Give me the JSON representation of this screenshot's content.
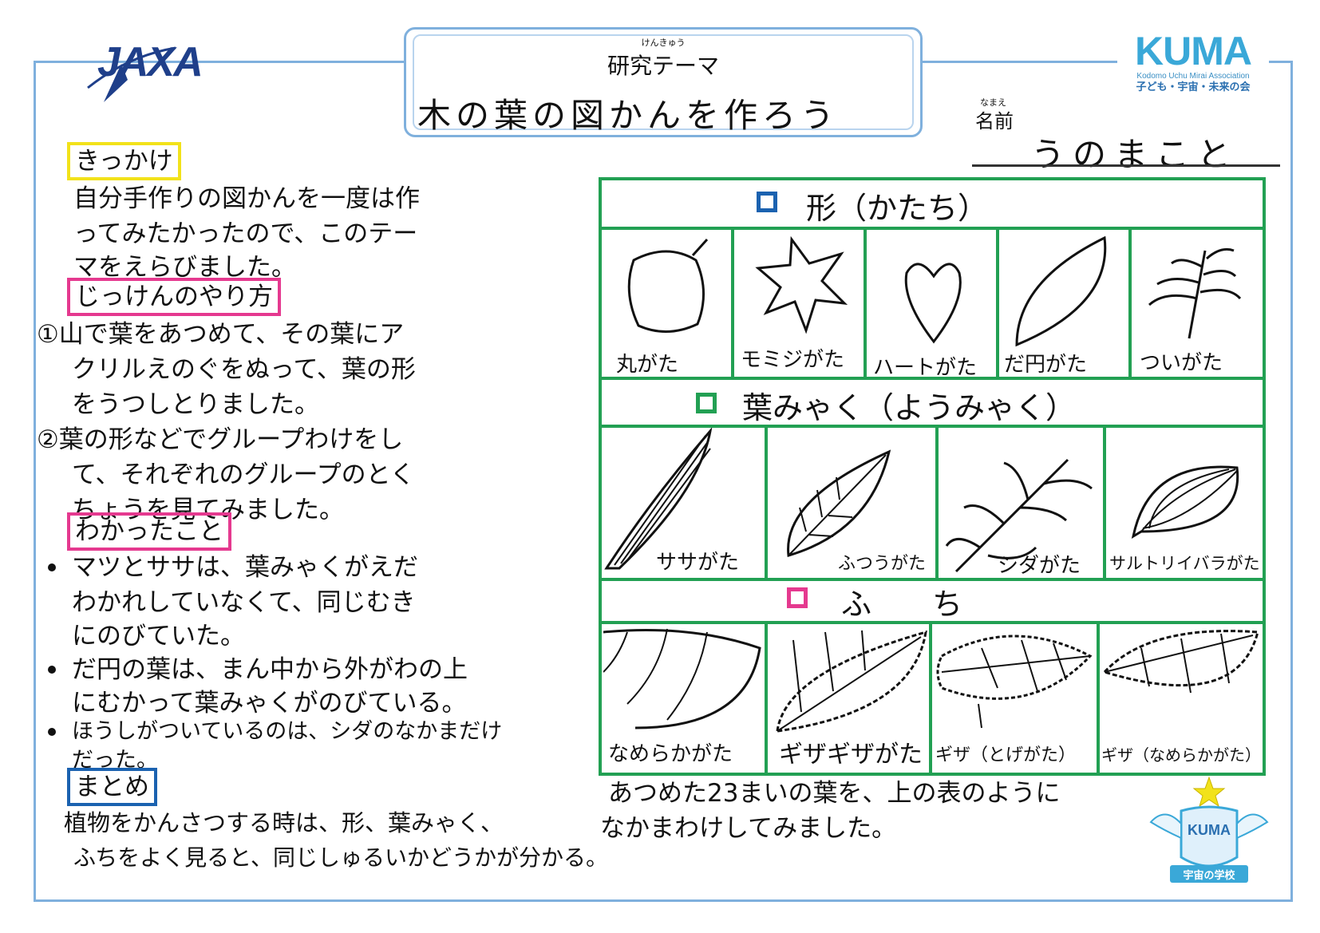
{
  "logos": {
    "jaxa": "JAXA",
    "kuma": "KUMA",
    "kuma_sub": "Kodomo Uchu Mirai Association",
    "kuma_jp": "子ども・宇宙・未来の会",
    "badge_text": "KUMA",
    "badge_caption": "宇宙の学校"
  },
  "theme": {
    "ruby": "けんきゅう",
    "label": "研究テーマ",
    "title": "木の葉の図かんを作ろう"
  },
  "name": {
    "ruby": "なまえ",
    "label": "名前",
    "value": "うのまこと"
  },
  "colors": {
    "yellow": "#f2e21a",
    "pink": "#e5398f",
    "blue": "#1b62b0",
    "green": "#22a053",
    "frame": "#7fb0dd"
  },
  "left": {
    "kikkake": {
      "label": "きっかけ",
      "lines": [
        "自分手作りの図かんを一度は作",
        "ってみたかったので、このテー",
        "マをえらびました。"
      ]
    },
    "method": {
      "label": "じっけんのやり方",
      "lines": [
        "①山で葉をあつめて、その葉にア",
        "クリルえのぐをぬって、葉の形",
        "をうつしとりました。",
        "②葉の形などでグループわけをし",
        "て、それぞれのグループのとく",
        "ちょうを見てみました。"
      ]
    },
    "findings": {
      "label": "わかったこと",
      "lines": [
        "マツとササは、葉みゃくがえだ",
        "わかれしていなくて、同じむき",
        "にのびていた。",
        "だ円の葉は、まん中から外がわの上",
        "にむかって葉みゃくがのびている。",
        "ほうしがついているのは、シダのなかまだけ",
        "だった。"
      ]
    },
    "summary": {
      "label": "まとめ",
      "lines": [
        "植物をかんさつする時は、形、葉みゃく、",
        "ふちをよく見ると、同じしゅるいかどうかが分かる。"
      ]
    }
  },
  "grid": {
    "shape": {
      "title": "形（かたち）",
      "cells": [
        "丸がた",
        "モミジがた",
        "ハートがた",
        "だ円がた",
        "ついがた"
      ]
    },
    "vein": {
      "title": "葉みゃく（ようみゃく）",
      "cells": [
        "ササがた",
        "ふつうがた",
        "シダがた",
        "サルトリイバラがた"
      ]
    },
    "edge": {
      "title": "ふ　　ち",
      "cells": [
        "なめらかがた",
        "ギザギザがた",
        "ギザ（とげがた）",
        "ギザ（なめらかがた）"
      ]
    }
  },
  "footnote": [
    "あつめた23まいの葉を、上の表のように",
    "なかまわけしてみました。"
  ]
}
